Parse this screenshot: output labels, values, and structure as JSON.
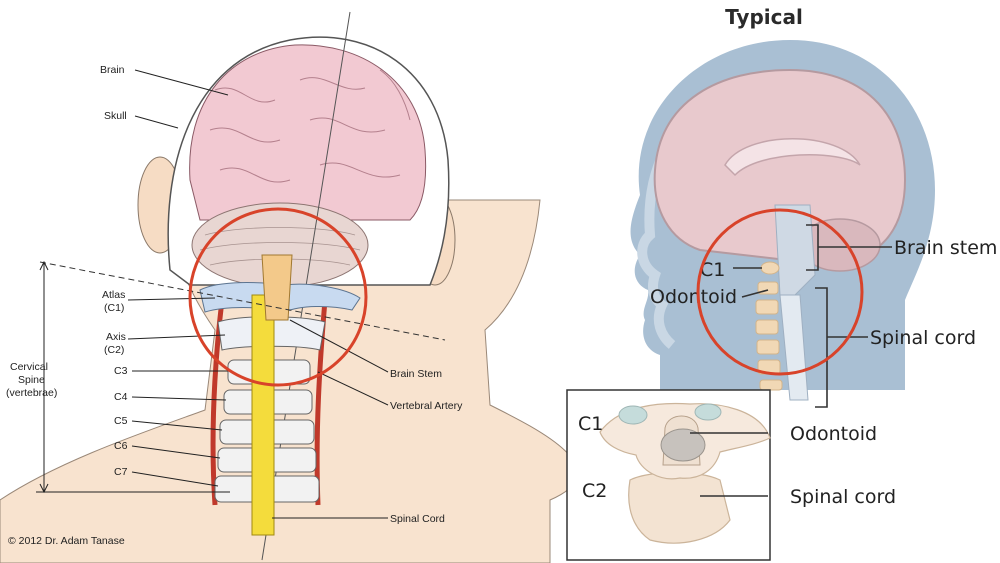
{
  "left_panel": {
    "labels": {
      "brain": "Brain",
      "skull": "Skull",
      "atlas": "Atlas",
      "atlas_code": "(C1)",
      "axis": "Axis",
      "axis_code": "(C2)",
      "c3": "C3",
      "c4": "C4",
      "c5": "C5",
      "c6": "C6",
      "c7": "C7",
      "cervical_1": "Cervical",
      "cervical_2": "Spine",
      "cervical_3": "(vertebrae)",
      "brain_stem": "Brain Stem",
      "vertebral_artery": "Vertebral Artery",
      "spinal_cord": "Spinal Cord"
    },
    "copyright": "© 2012 Dr. Adam Tanase"
  },
  "right_panel": {
    "title": "Typical",
    "labels": {
      "brain_stem": "Brain stem",
      "c1": "C1",
      "odontoid": "Odontoid",
      "spinal_cord": "Spinal cord"
    },
    "inset_labels": {
      "c1": "C1",
      "c2": "C2",
      "odontoid": "Odontoid",
      "spinal_cord": "Spinal cord"
    }
  },
  "colors": {
    "highlight_circle": "#d8432a",
    "brain_pink": "#f2c9d2",
    "cord_yellow": "#f4dc3c",
    "bone_blue": "#c8daf0",
    "artery_red": "#c0392b",
    "head_blue": "#a9bfd3",
    "skin_beige": "#f5dcc4"
  }
}
